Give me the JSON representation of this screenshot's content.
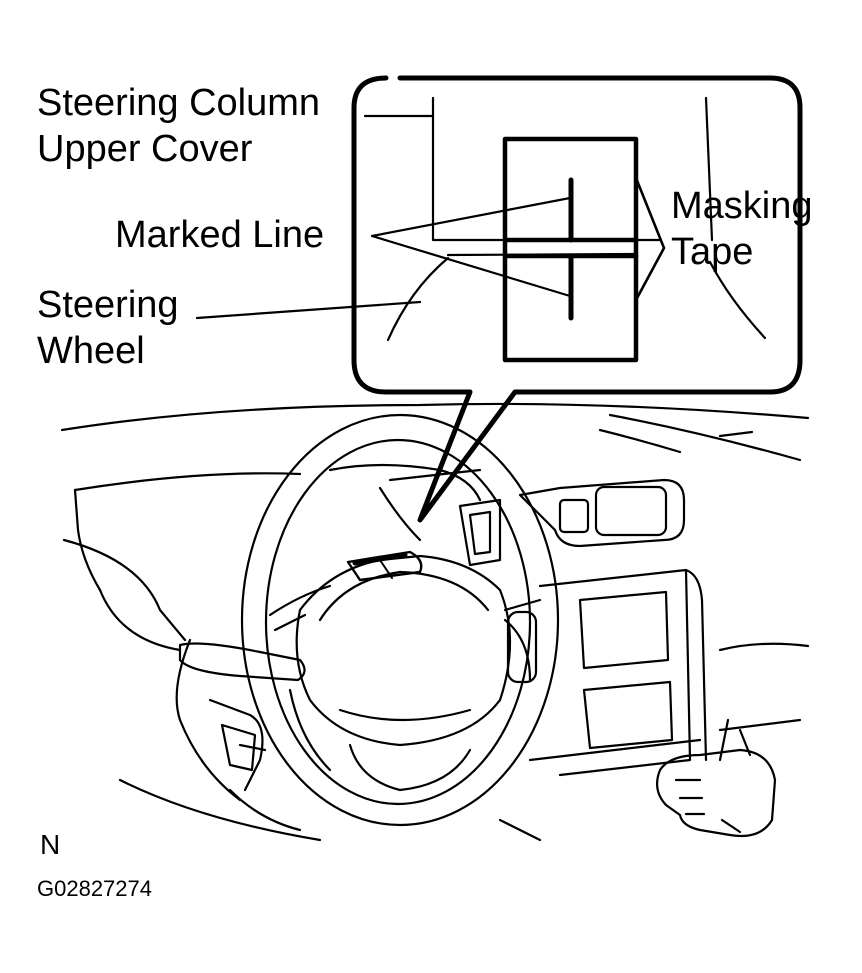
{
  "labels": {
    "steering_column_line1": "Steering Column",
    "steering_column_line2": "Upper Cover",
    "marked_line": "Marked Line",
    "masking_line1": "Masking",
    "masking_line2": "Tape",
    "steering_wheel_line1": "Steering",
    "steering_wheel_line2": "Wheel"
  },
  "footer": {
    "view_marker": "N",
    "figure_code": "G02827274"
  }
}
